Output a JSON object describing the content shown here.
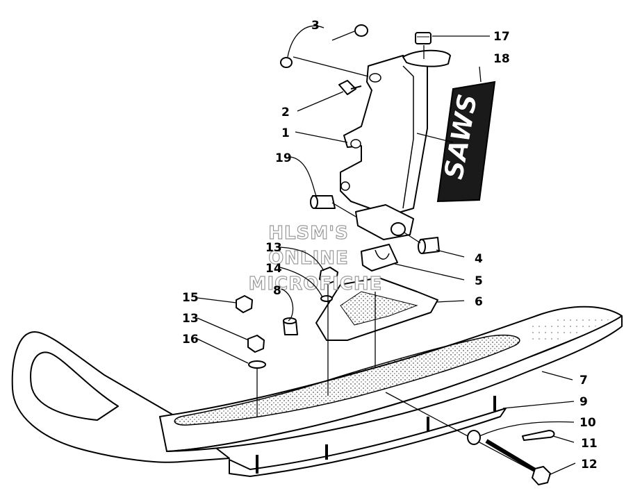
{
  "callouts": [
    {
      "id": "c1",
      "label": "1"
    },
    {
      "id": "c2",
      "label": "2"
    },
    {
      "id": "c3",
      "label": "3"
    },
    {
      "id": "c4",
      "label": "4"
    },
    {
      "id": "c5",
      "label": "5"
    },
    {
      "id": "c6",
      "label": "6"
    },
    {
      "id": "c7",
      "label": "7"
    },
    {
      "id": "c8",
      "label": "8"
    },
    {
      "id": "c9",
      "label": "9"
    },
    {
      "id": "c10",
      "label": "10"
    },
    {
      "id": "c11",
      "label": "11"
    },
    {
      "id": "c12",
      "label": "12"
    },
    {
      "id": "c13a",
      "label": "13"
    },
    {
      "id": "c13b",
      "label": "13"
    },
    {
      "id": "c14",
      "label": "14"
    },
    {
      "id": "c15",
      "label": "15"
    },
    {
      "id": "c16",
      "label": "16"
    },
    {
      "id": "c17",
      "label": "17"
    },
    {
      "id": "c18",
      "label": "18"
    },
    {
      "id": "c19",
      "label": "19"
    }
  ],
  "watermark": {
    "line1": "HLSM'S",
    "line2": "ONLINE",
    "line3": "MICROFICHE"
  },
  "decal_text": "SAWS",
  "colors": {
    "ink": "#000000",
    "paper": "#ffffff",
    "decal_bg": "#1a1a1a",
    "watermark_stroke": "#9a9a9a"
  }
}
